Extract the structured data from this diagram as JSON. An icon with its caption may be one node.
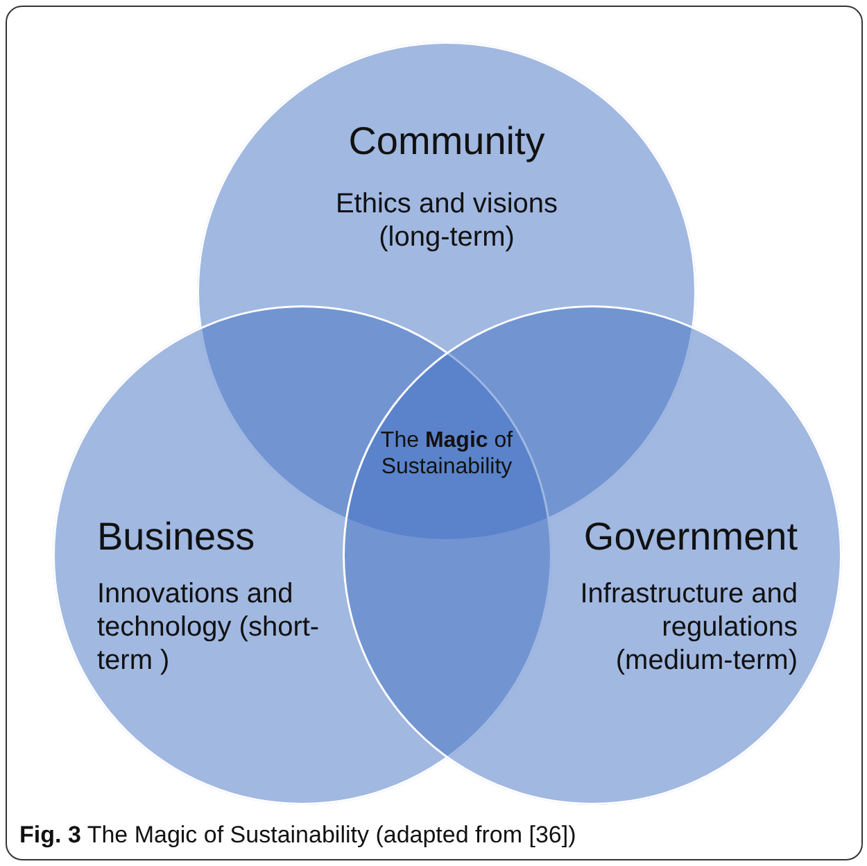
{
  "diagram": {
    "caption": "**Fig. 3** The Magic of Sustainability (adapted from [36])",
    "nodes": [
      {
        "text": [
          "Community",
          "Ethics and visions (long-term)"
        ]
      },
      {
        "text": [
          "Business",
          "Innovations and technology (short-term )"
        ]
      },
      {
        "text": [
          "Government",
          "Infrastructure and regulations (medium-term)"
        ]
      }
    ],
    "labels": [
      "The **Magic** of Sustainability"
    ]
  }
}
